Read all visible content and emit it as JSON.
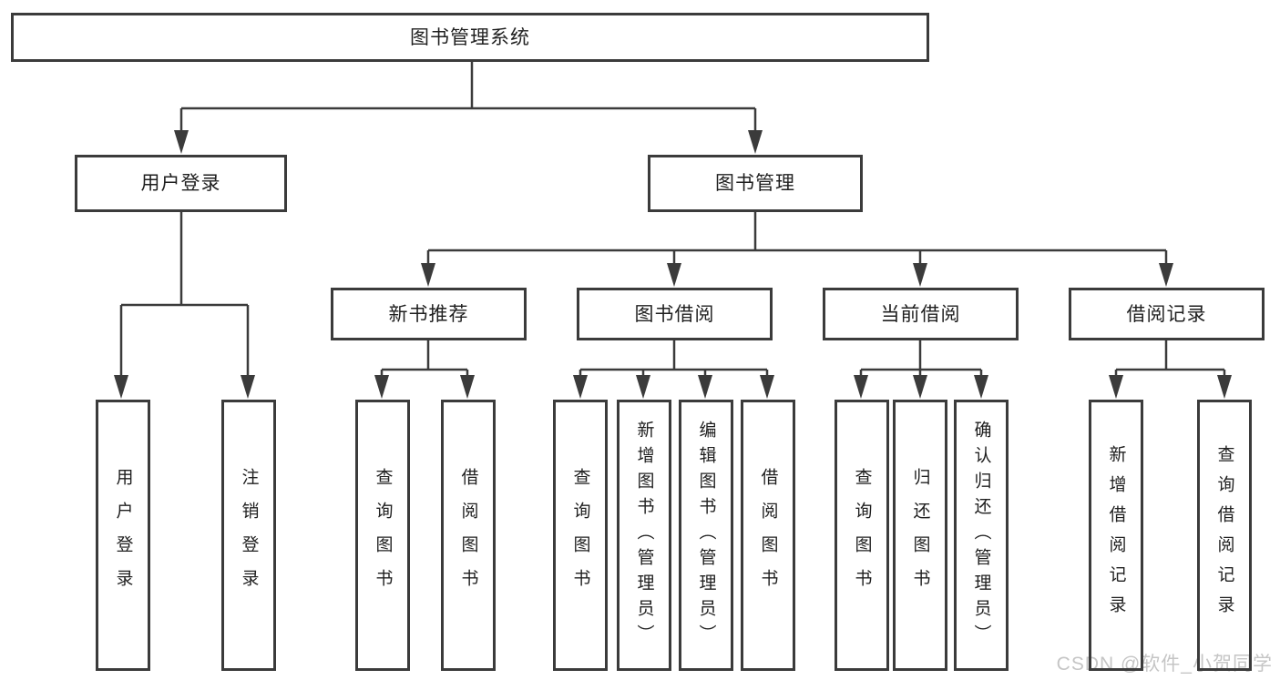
{
  "colors": {
    "line": "#3b3b3b",
    "text": "#1f1f1f",
    "background": "#ffffff",
    "watermark": "#c5c5c5"
  },
  "tree": {
    "label": "图书管理系统",
    "children": [
      {
        "label": "用户登录",
        "children": [
          {
            "label": "用户登录"
          },
          {
            "label": "注销登录"
          }
        ]
      },
      {
        "label": "图书管理",
        "children": [
          {
            "label": "新书推荐",
            "children": [
              {
                "label": "查询图书"
              },
              {
                "label": "借阅图书"
              }
            ]
          },
          {
            "label": "图书借阅",
            "children": [
              {
                "label": "查询图书"
              },
              {
                "label": "新增图书（管理员）"
              },
              {
                "label": "编辑图书（管理员）"
              },
              {
                "label": "借阅图书"
              }
            ]
          },
          {
            "label": "当前借阅",
            "children": [
              {
                "label": "查询图书"
              },
              {
                "label": "归还图书"
              },
              {
                "label": "确认归还（管理员）"
              }
            ]
          },
          {
            "label": "借阅记录",
            "children": [
              {
                "label": "新增借阅记录"
              },
              {
                "label": "查询借阅记录"
              }
            ]
          }
        ]
      }
    ]
  },
  "watermark": {
    "text": "CSDN @软件_小贺同学"
  }
}
